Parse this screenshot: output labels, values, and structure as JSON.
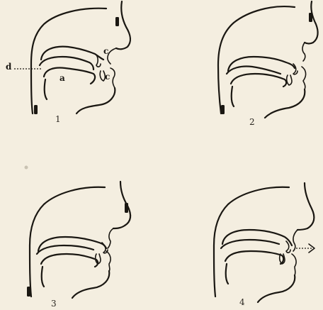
{
  "figures": [
    {
      "number": "1"
    },
    {
      "number": "2"
    },
    {
      "number": "3"
    },
    {
      "number": "4"
    }
  ],
  "labels": {
    "d": "d",
    "a": "a",
    "c_upper": "c",
    "c_lower": "c"
  },
  "colors": {
    "paper": "#f4eee0",
    "ink": "#1a1712"
  }
}
